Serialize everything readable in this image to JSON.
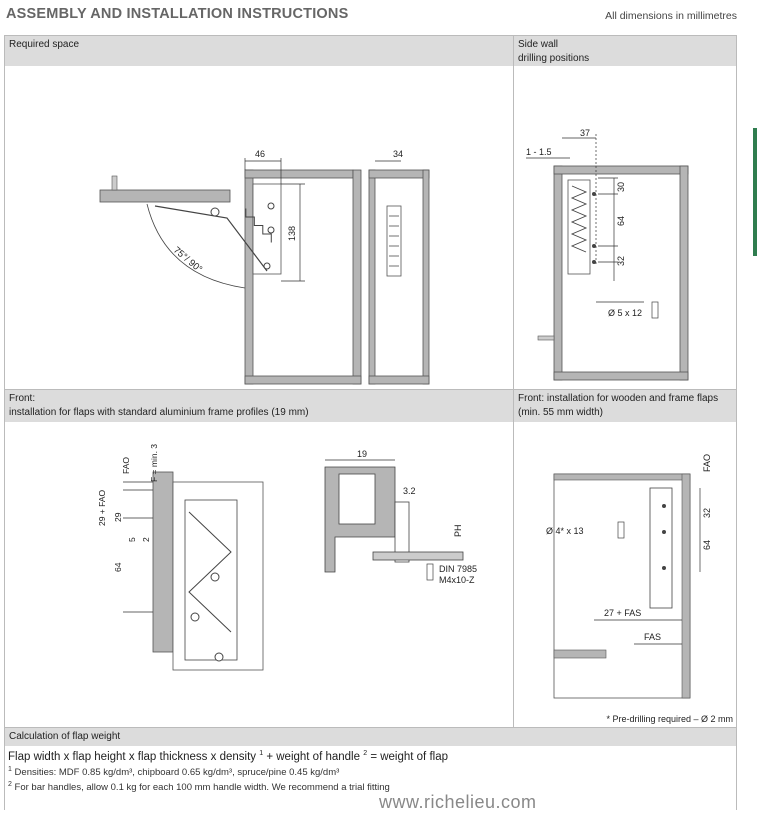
{
  "header": {
    "title": "ASSEMBLY AND INSTALLATION INSTRUCTIONS",
    "dimensions_note": "All dimensions in millimetres"
  },
  "panels": {
    "required_space": {
      "label": "Required space",
      "dims": {
        "d46": "46",
        "d34": "34",
        "d138": "138",
        "angle": "75°/ 90°"
      }
    },
    "side_wall": {
      "label_line1": "Side wall",
      "label_line2": "drilling positions",
      "dims": {
        "d37": "37",
        "d1_5": "1 - 1.5",
        "d30": "30",
        "d64": "64",
        "d32": "32",
        "screw": "Ø 5 x 12"
      }
    },
    "front_aluminium": {
      "label_line1": "Front:",
      "label_line2": "installation for flaps with standard aluminium frame profiles (19 mm)",
      "dims": {
        "fao": "FAO",
        "f_min": "F = min. 3",
        "f29fao": "29 + FAO",
        "d29": "29",
        "d5": "5",
        "d2": "2",
        "d64": "64",
        "d19": "19",
        "d3_2": "3.2",
        "ph": "PH",
        "din": "DIN 7985",
        "m4": "M4x10-Z"
      }
    },
    "front_wooden": {
      "label_line1": "Front: installation for wooden and frame flaps",
      "label_line2": "(min. 55 mm width)",
      "dims": {
        "fao": "FAO",
        "d32": "32",
        "d64": "64",
        "drill": "Ø 4* x 13",
        "fas27": "27 + FAS",
        "fas": "FAS"
      },
      "note": "* Pre-drilling required – Ø 2 mm"
    },
    "calc": {
      "label": "Calculation of flap weight",
      "formula_a": "Flap width x flap height x flap thickness x density",
      "formula_b": "+ weight of handle",
      "formula_c": "= weight of flap",
      "sup1": "1",
      "sup2": "2",
      "note1": "Densities: MDF 0.85 kg/dm³, chipboard 0.65 kg/dm³, spruce/pine 0.45 kg/dm³",
      "note2": "For bar handles, allow 0.1 kg for each 100 mm handle width. We recommend a trial fitting"
    }
  },
  "footer": {
    "brand": "www.richelieu.com"
  },
  "colors": {
    "header_bg": "#dcdcdc",
    "panel_border": "#bbbbbb",
    "accent_green": "#2f7d4f",
    "cabinet_grey": "#b5b5b5"
  }
}
